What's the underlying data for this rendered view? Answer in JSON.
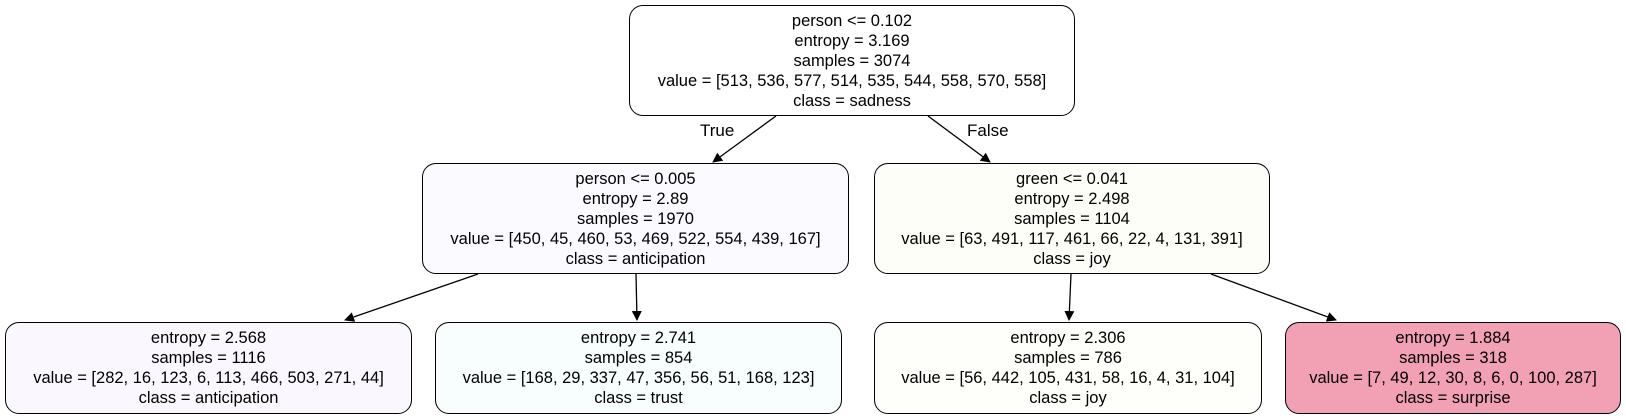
{
  "nodes": {
    "root": {
      "split": "person <= 0.102",
      "entropy": "entropy = 3.169",
      "samples": "samples = 3074",
      "value": "value = [513, 536, 577, 514, 535, 544, 558, 570, 558]",
      "class": "class = sadness",
      "fill": "#ffffff"
    },
    "left": {
      "split": "person <= 0.005",
      "entropy": "entropy = 2.89",
      "samples": "samples = 1970",
      "value": "value = [450, 45, 460, 53, 469, 522, 554, 439, 167]",
      "class": "class = anticipation",
      "fill": "#fbfbff"
    },
    "right": {
      "split": "green <= 0.041",
      "entropy": "entropy = 2.498",
      "samples": "samples = 1104",
      "value": "value = [63, 491, 117, 461, 66, 22, 4, 131, 391]",
      "class": "class = joy",
      "fill": "#fefef9"
    },
    "ll": {
      "entropy": "entropy = 2.568",
      "samples": "samples = 1116",
      "value": "value = [282, 16, 123, 6, 113, 466, 503, 271, 44]",
      "class": "class = anticipation",
      "fill": "#faf8fe"
    },
    "lr": {
      "entropy": "entropy = 2.741",
      "samples": "samples = 854",
      "value": "value = [168, 29, 337, 47, 356, 56, 51, 168, 123]",
      "class": "class = trust",
      "fill": "#f8fdfe"
    },
    "rl": {
      "entropy": "entropy = 2.306",
      "samples": "samples = 786",
      "value": "value = [56, 442, 105, 431, 58, 16, 4, 31, 104]",
      "class": "class = joy",
      "fill": "#fefefb"
    },
    "rr": {
      "entropy": "entropy = 1.884",
      "samples": "samples = 318",
      "value": "value = [7, 49, 12, 30, 8, 6, 0, 100, 287]",
      "class": "class = surprise",
      "fill": "#f2a1b4"
    }
  },
  "edge_labels": {
    "true": "True",
    "false": "False"
  }
}
